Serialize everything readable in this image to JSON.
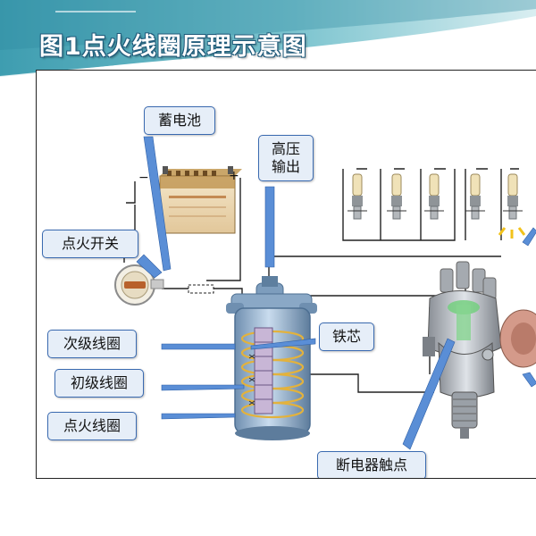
{
  "title": "图1点火线圈原理示意图",
  "labels": {
    "battery": "蓄电池",
    "high_voltage_output": "高压\n输出",
    "ignition_switch": "点火开关",
    "secondary_coil": "次级线圈",
    "iron_core": "铁芯",
    "primary_coil": "初级线圈",
    "ignition_coil": "点火线圈",
    "breaker_contacts": "断电器触点"
  },
  "battery_terminals": {
    "negative": "−",
    "positive": "+"
  },
  "colors": {
    "callout_fill": "#e6eef8",
    "callout_border": "#3a6ab0",
    "pointer": "#5a8ed6",
    "wire": "#222222",
    "coil_copper": "#e3b23c",
    "header_teal": "#3aa6b4"
  }
}
